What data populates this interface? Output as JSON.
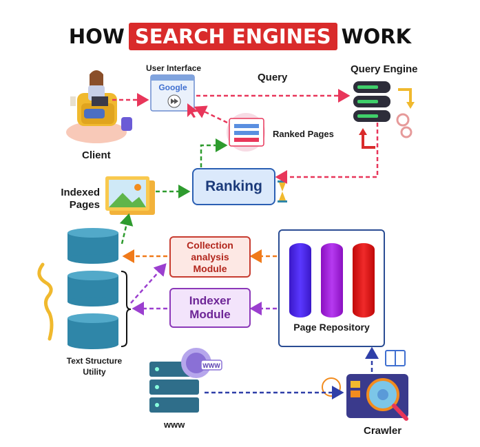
{
  "title": {
    "prefix": "HOW",
    "highlight": "SEARCH ENGINES",
    "suffix": "WORK"
  },
  "nodes": {
    "client": "Client",
    "user_interface": "User Interface",
    "google": "Google",
    "query": "Query",
    "query_engine": "Query Engine",
    "ranked_pages": "Ranked Pages",
    "ranking": "Ranking",
    "indexed_pages_1": "Indexed",
    "indexed_pages_2": "Pages",
    "collection_1": "Collection",
    "collection_2": "analysis",
    "collection_3": "Module",
    "indexer_1": "Indexer",
    "indexer_2": "Module",
    "page_repository": "Page Repository",
    "text_structure_1": "Text Structure",
    "text_structure_2": "Utility",
    "www": "www",
    "crawler": "Crawler",
    "www_badge": "WWW"
  },
  "colors": {
    "red_arrow": "#e8365a",
    "green_arrow": "#2e9b2e",
    "orange_arrow": "#f07a1a",
    "purple_arrow": "#9b3fcf",
    "blue_arrow": "#2f3fa8",
    "title_highlight": "#d92b2b",
    "cylinder": "#2f86a8",
    "repo_blue": "#4a22f0",
    "repo_purple": "#a020e0",
    "repo_red": "#e01010"
  }
}
